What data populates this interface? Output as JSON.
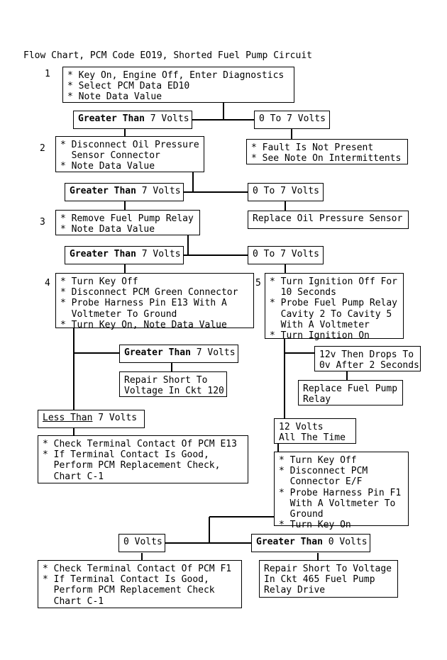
{
  "title": "Flow Chart, PCM Code EO19, Shorted Fuel Pump Circuit",
  "step_numbers": {
    "s1": "1",
    "s2": "2",
    "s3": "3",
    "s4": "4",
    "s5": "5"
  },
  "boxes": {
    "step1": "* Key On, Engine Off, Enter Diagnostics\n* Select PCM Data ED10\n* Note Data Value",
    "d1_gt": {
      "strong": "Greater Than",
      "rest": " 7 Volts"
    },
    "d1_lt": "0 To 7 Volts",
    "fault_not_present": "* Fault Is Not Present\n* See Note On Intermittents",
    "step2": "* Disconnect Oil Pressure\n  Sensor Connector\n* Note Data Value",
    "d2_gt": {
      "strong": "Greater Than",
      "rest": " 7 Volts"
    },
    "d2_lt": "0 To 7 Volts",
    "replace_oil_sensor": "Replace Oil Pressure Sensor",
    "step3": "* Remove Fuel Pump Relay\n* Note Data Value",
    "d3_gt": {
      "strong": "Greater Than",
      "rest": " 7 Volts"
    },
    "d3_lt": "0 To 7 Volts",
    "step4": "* Turn Key Off\n* Disconnect PCM Green Connector\n* Probe Harness Pin E13 With A\n  Voltmeter To Ground\n* Turn Key On, Note Data Value",
    "step5": "* Turn Ignition Off For\n  10 Seconds\n* Probe Fuel Pump Relay\n  Cavity 2 To Cavity 5\n  With A Voltmeter\n* Turn Ignition On",
    "d4_gt": {
      "strong": "Greater Than",
      "rest": " 7 Volts"
    },
    "repair_short_ckt120": "Repair Short To\nVoltage In Ckt 120",
    "d4_lt": {
      "underline": "Less Than",
      "rest": " 7 Volts"
    },
    "check_e13": "* Check Terminal Contact Of PCM E13\n* If Terminal Contact Is Good,\n  Perform PCM Replacement Check,\n  Chart C-1",
    "d5_drop": "12v Then Drops To\n0v After 2 Seconds",
    "replace_fuel_pump_relay": "Replace Fuel Pump\nRelay",
    "d5_12v": "12 Volts\nAll The Time",
    "step6": "* Turn Key Off\n* Disconnect PCM\n  Connector E/F\n* Probe Harness Pin F1\n  With A Voltmeter To\n  Ground\n* Turn Key On",
    "d6_zero": "0 Volts",
    "d6_gt": {
      "strong": "Greater Than",
      "rest": " 0 Volts"
    },
    "check_f1": "* Check Terminal Contact Of PCM F1\n* If Terminal Contact Is Good,\n  Perform PCM Replacement Check\n  Chart C-1",
    "repair_short_ckt465": "Repair Short To Voltage\nIn Ckt 465 Fuel Pump\nRelay Drive"
  },
  "colors": {
    "line": "#000000",
    "text": "#000000",
    "background": "#ffffff"
  }
}
